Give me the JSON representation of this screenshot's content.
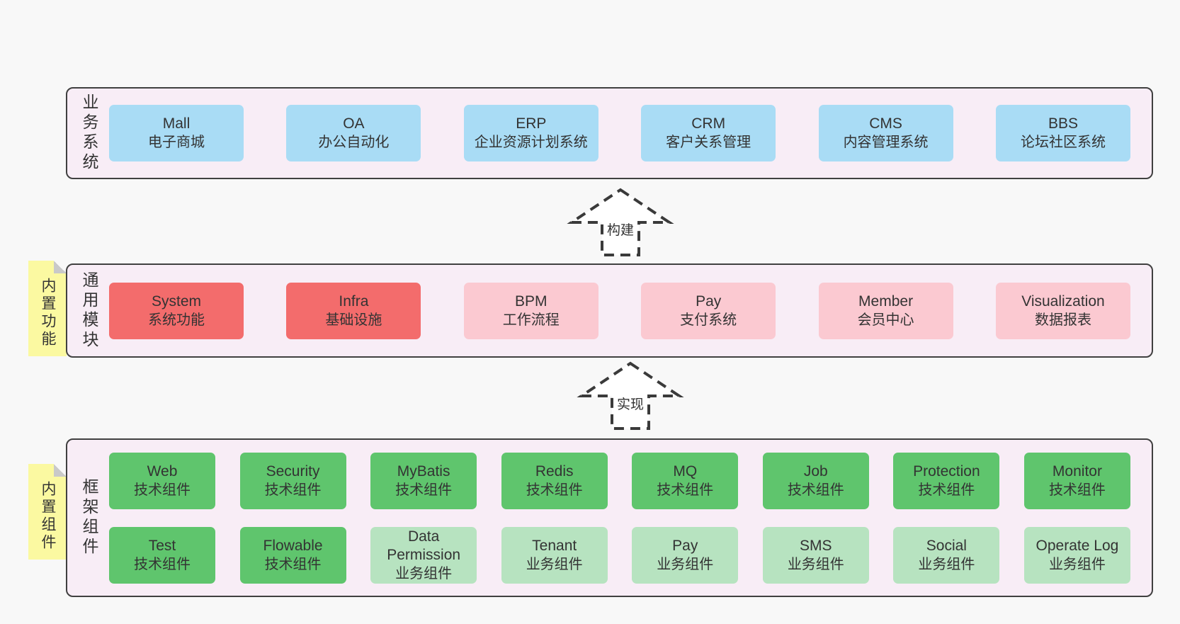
{
  "layers": {
    "business": {
      "label": "业务系统",
      "boxes": [
        {
          "title": "Mall",
          "subtitle": "电子商城"
        },
        {
          "title": "OA",
          "subtitle": "办公自动化"
        },
        {
          "title": "ERP",
          "subtitle": "企业资源计划系统"
        },
        {
          "title": "CRM",
          "subtitle": "客户关系管理"
        },
        {
          "title": "CMS",
          "subtitle": "内容管理系统"
        },
        {
          "title": "BBS",
          "subtitle": "论坛社区系统"
        }
      ]
    },
    "modules": {
      "label": "通用模块",
      "sticky": "内置功能",
      "boxes": [
        {
          "title": "System",
          "subtitle": "系统功能"
        },
        {
          "title": "Infra",
          "subtitle": "基础设施"
        },
        {
          "title": "BPM",
          "subtitle": "工作流程"
        },
        {
          "title": "Pay",
          "subtitle": "支付系统"
        },
        {
          "title": "Member",
          "subtitle": "会员中心"
        },
        {
          "title": "Visualization",
          "subtitle": "数据报表"
        }
      ]
    },
    "framework": {
      "label": "框架组件",
      "sticky": "内置组件",
      "row1": [
        {
          "title": "Web",
          "subtitle": "技术组件"
        },
        {
          "title": "Security",
          "subtitle": "技术组件"
        },
        {
          "title": "MyBatis",
          "subtitle": "技术组件"
        },
        {
          "title": "Redis",
          "subtitle": "技术组件"
        },
        {
          "title": "MQ",
          "subtitle": "技术组件"
        },
        {
          "title": "Job",
          "subtitle": "技术组件"
        },
        {
          "title": "Protection",
          "subtitle": "技术组件"
        },
        {
          "title": "Monitor",
          "subtitle": "技术组件"
        }
      ],
      "row2": [
        {
          "title": "Test",
          "subtitle": "技术组件"
        },
        {
          "title": "Flowable",
          "subtitle": "技术组件"
        },
        {
          "title": "Data Permission",
          "subtitle": "业务组件"
        },
        {
          "title": "Tenant",
          "subtitle": "业务组件"
        },
        {
          "title": "Pay",
          "subtitle": "业务组件"
        },
        {
          "title": "SMS",
          "subtitle": "业务组件"
        },
        {
          "title": "Social",
          "subtitle": "业务组件"
        },
        {
          "title": "Operate Log",
          "subtitle": "业务组件"
        }
      ]
    }
  },
  "arrows": {
    "build": "构建",
    "implement": "实现"
  },
  "colors": {
    "page_bg": "#f8f8f8",
    "layer_bg": "#f8edf6",
    "layer_border": "#404040",
    "blue_box": "#a9dcf5",
    "red_box": "#f36c6c",
    "pink_box": "#fbc9d1",
    "green_box": "#5fc56d",
    "light_green_box": "#b7e3c0",
    "sticky_yellow": "#fbf9a1",
    "sticky_fold": "#c9c9c9",
    "text": "#333333"
  }
}
